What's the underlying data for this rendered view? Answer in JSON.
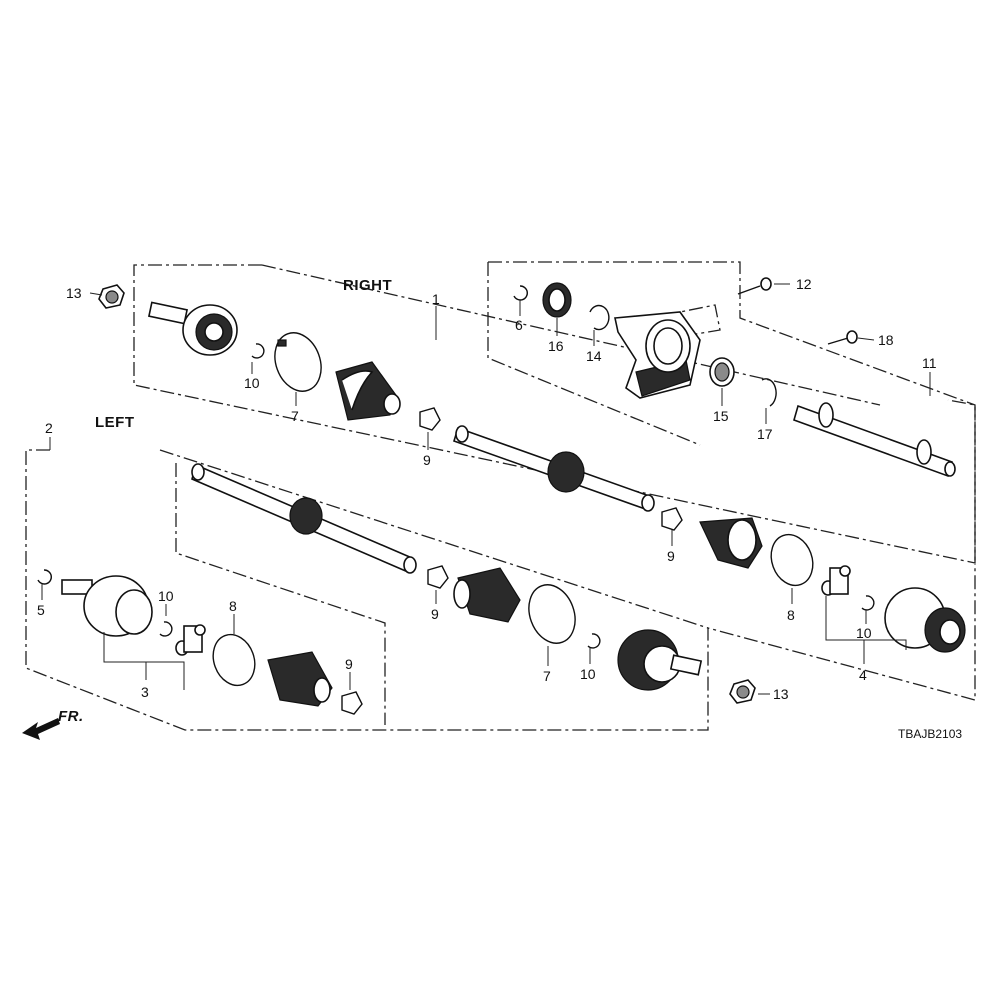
{
  "headings": {
    "right": "RIGHT",
    "left": "LEFT"
  },
  "front_indicator": "FR.",
  "diagram_code": "TBAJB2103",
  "callouts": {
    "c1": "1",
    "c2": "2",
    "c3": "3",
    "c4": "4",
    "c5": "5",
    "c6": "6",
    "c7a": "7",
    "c7b": "7",
    "c8a": "8",
    "c8b": "8",
    "c9a": "9",
    "c9b": "9",
    "c9c": "9",
    "c9d": "9",
    "c10a": "10",
    "c10b": "10",
    "c10c": "10",
    "c10d": "10",
    "c11": "11",
    "c12": "12",
    "c13a": "13",
    "c13b": "13",
    "c14": "14",
    "c15": "15",
    "c16": "16",
    "c17": "17",
    "c18": "18"
  },
  "icons": [
    "front-arrow-icon"
  ]
}
